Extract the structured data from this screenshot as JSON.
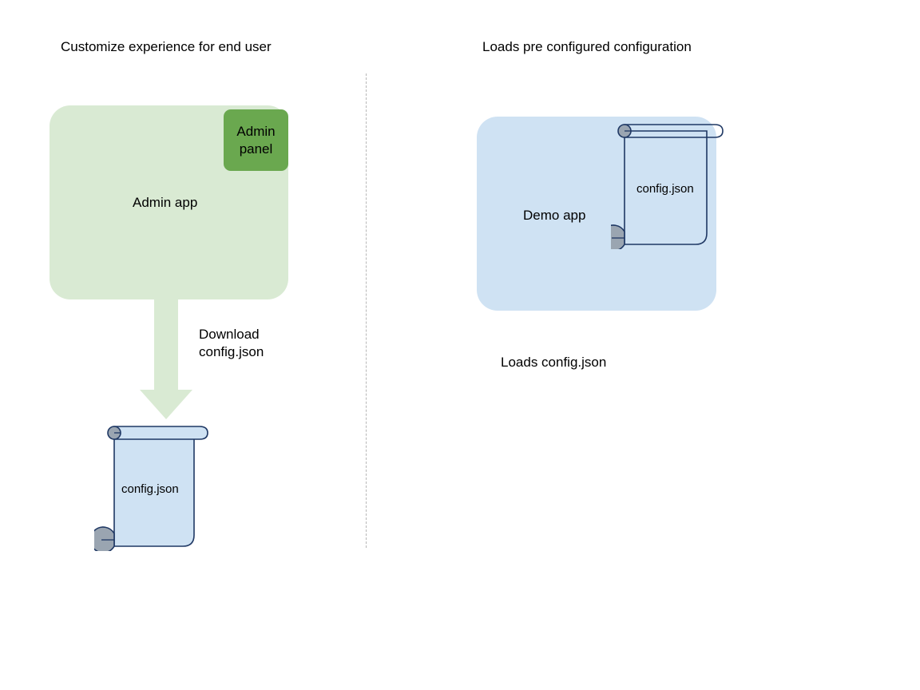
{
  "diagram": {
    "type": "flow-diagram",
    "background_color": "#ffffff",
    "columns": [
      {
        "id": "left",
        "title": "Customize experience for end user",
        "app": {
          "label": "Admin app",
          "fill_color": "#d9ead3",
          "inner_box": {
            "label_line1": "Admin",
            "label_line2": "panel",
            "fill_color": "#6aa84f"
          }
        },
        "arrow": {
          "direction": "down",
          "color": "#d9ead3",
          "label_line1": "Download",
          "label_line2": "config.json"
        },
        "document": {
          "label": "config.json",
          "fill_color": "#cfe2f3",
          "stroke_color": "#1f3864",
          "curl_color": "#9aa5b1"
        }
      },
      {
        "id": "right",
        "title": "Loads pre configured configuration",
        "app": {
          "label": "Demo app",
          "fill_color": "#cfe2f3"
        },
        "document": {
          "label": "config.json",
          "fill_color": "none",
          "stroke_color": "#1f3864",
          "curl_color": "#9aa5b1"
        },
        "caption": "Loads config.json"
      }
    ],
    "divider": {
      "style": "dashed",
      "color": "#b7b7b7",
      "orientation": "vertical"
    }
  }
}
